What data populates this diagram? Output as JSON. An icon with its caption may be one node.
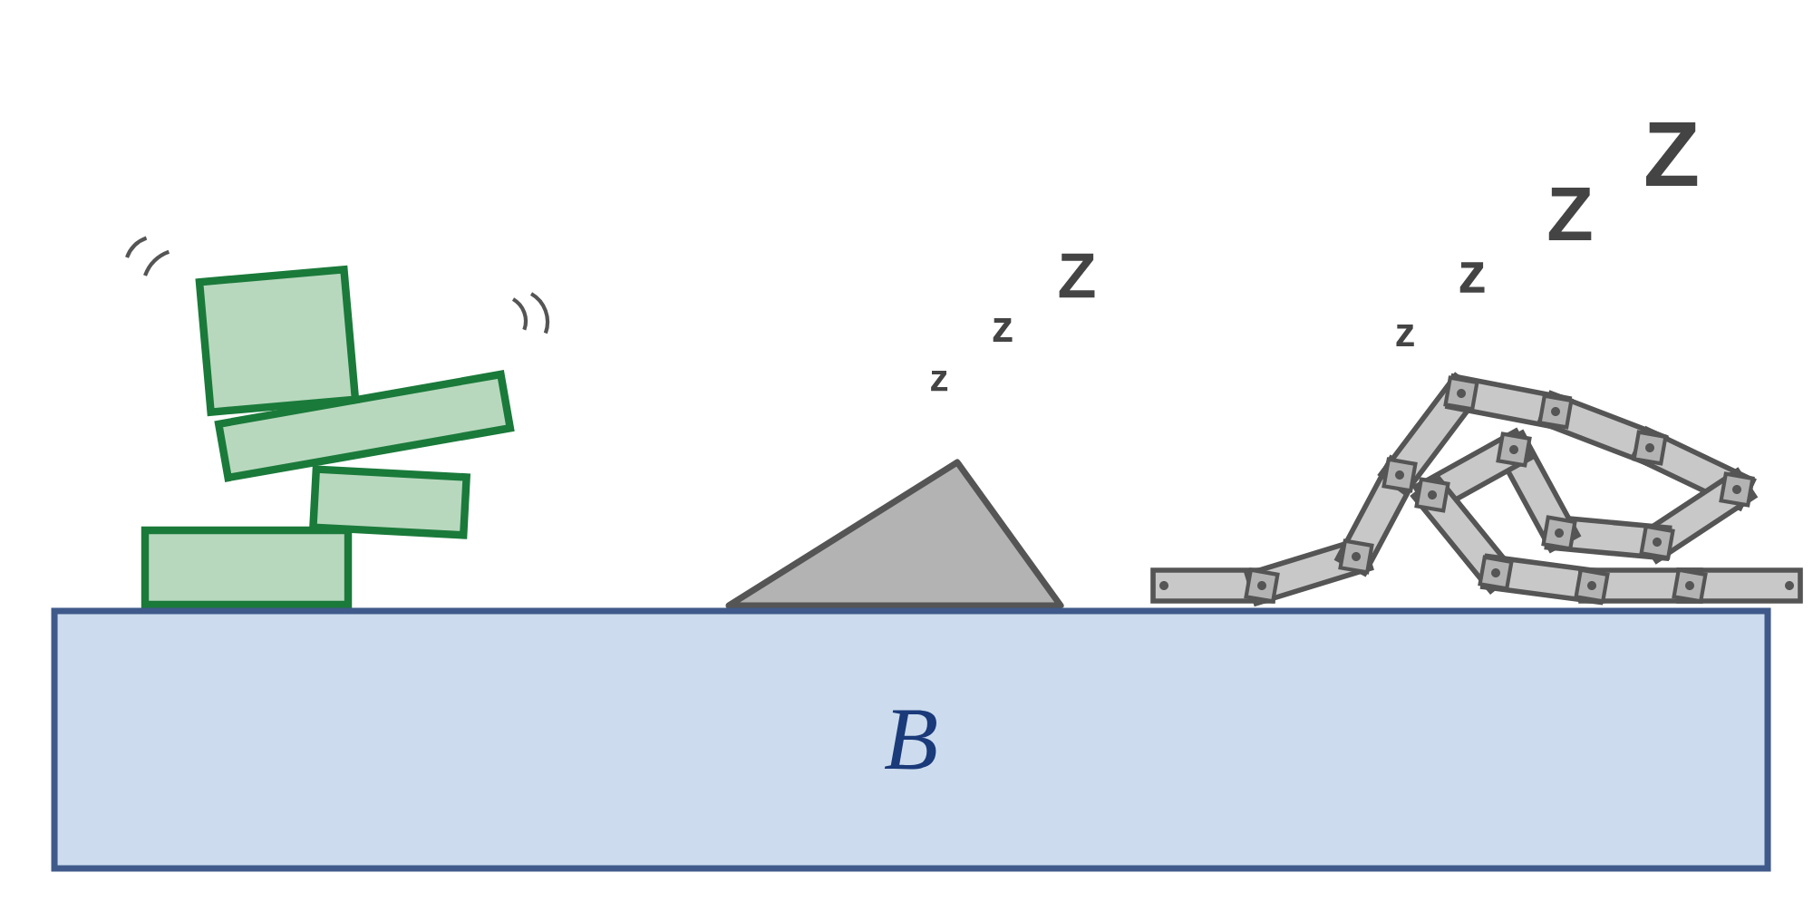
{
  "diagram": {
    "nodes": [
      {
        "text": [
          "B"
        ]
      }
    ],
    "labels": [
      "z",
      "z",
      "Z",
      "z",
      "z",
      "Z",
      "Z"
    ]
  }
}
